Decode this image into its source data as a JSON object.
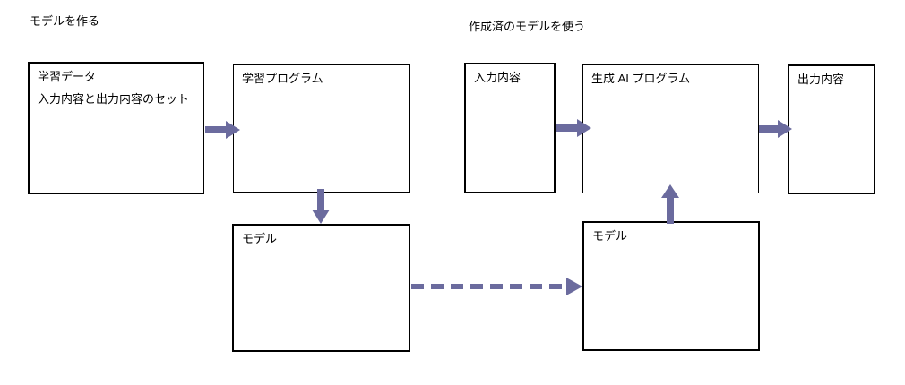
{
  "colors": {
    "arrow": "#6B6B9E",
    "box_border": "#000000",
    "background": "#FFFFFF",
    "text": "#000000"
  },
  "sections": {
    "left": {
      "title": "モデルを作る"
    },
    "right": {
      "title": "作成済のモデルを使う"
    }
  },
  "boxes": {
    "training_data": {
      "title": "学習データ",
      "subtitle": "入力内容と出力内容のセット"
    },
    "training_program": {
      "title": "学習プログラム"
    },
    "model_left": {
      "title": "モデル"
    },
    "input_content": {
      "title": "入力内容"
    },
    "gen_ai_program": {
      "title": "生成 AI プログラム"
    },
    "output_content": {
      "title": "出力内容"
    },
    "model_right": {
      "title": "モデル"
    }
  }
}
